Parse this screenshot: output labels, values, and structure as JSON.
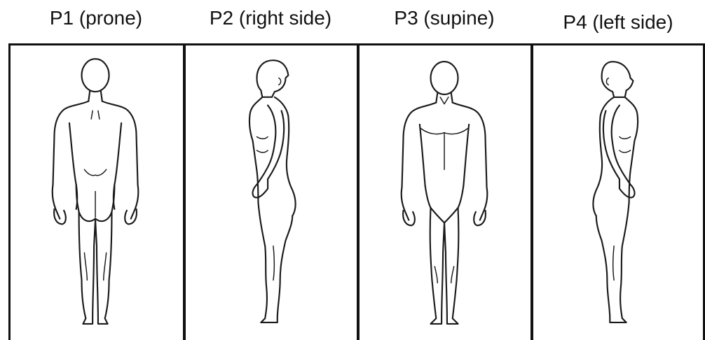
{
  "figure": {
    "panels": [
      {
        "label": "P1 (prone)",
        "icon": "figure-back-view-icon"
      },
      {
        "label": "P2 (right side)",
        "icon": "figure-right-side-view-icon"
      },
      {
        "label": "P3 (supine)",
        "icon": "figure-front-view-icon"
      },
      {
        "label": "P4 (left side)",
        "icon": "figure-left-side-view-icon"
      }
    ],
    "colors": {
      "line": "#1a1a1a",
      "background": "#ffffff"
    }
  }
}
